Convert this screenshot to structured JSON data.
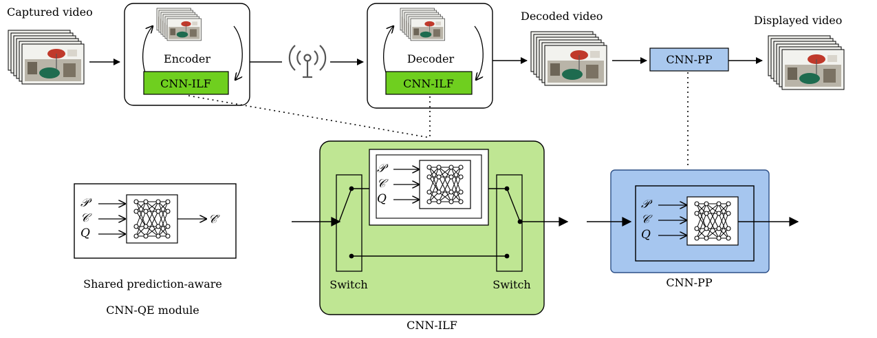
{
  "labels": {
    "captured_video": "Captured video",
    "encoder": "Encoder",
    "decoder": "Decoder",
    "decoded_video": "Decoded video",
    "displayed_video": "Displayed video",
    "cnn_ilf_encoder": "CNN-ILF",
    "cnn_ilf_decoder": "CNN-ILF",
    "cnn_pp_block": "CNN-PP",
    "shared_line1": "Shared prediction-aware",
    "shared_line2": "CNN-QE module",
    "switch_left": "Switch",
    "switch_right": "Switch",
    "cnn_ilf_caption": "CNN-ILF",
    "cnn_pp_caption": "CNN-PP"
  },
  "symbols": {
    "p": "𝒫",
    "c": "𝒞",
    "q": "Q",
    "c_hat": "𝒞̂"
  },
  "colors": {
    "ilf_green": "#6fcf1f",
    "ilf_panel": "#bfe693",
    "pp_blue": "#a9c8ee",
    "pp_panel": "#a6c6ef",
    "pp_border": "#2c4f86",
    "frame_sky": "#f2f2ee",
    "frame_umbrella_red": "#c0392b",
    "frame_umbrella_green": "#1e6b4f"
  },
  "icons": {
    "antenna": "antenna-icon"
  }
}
